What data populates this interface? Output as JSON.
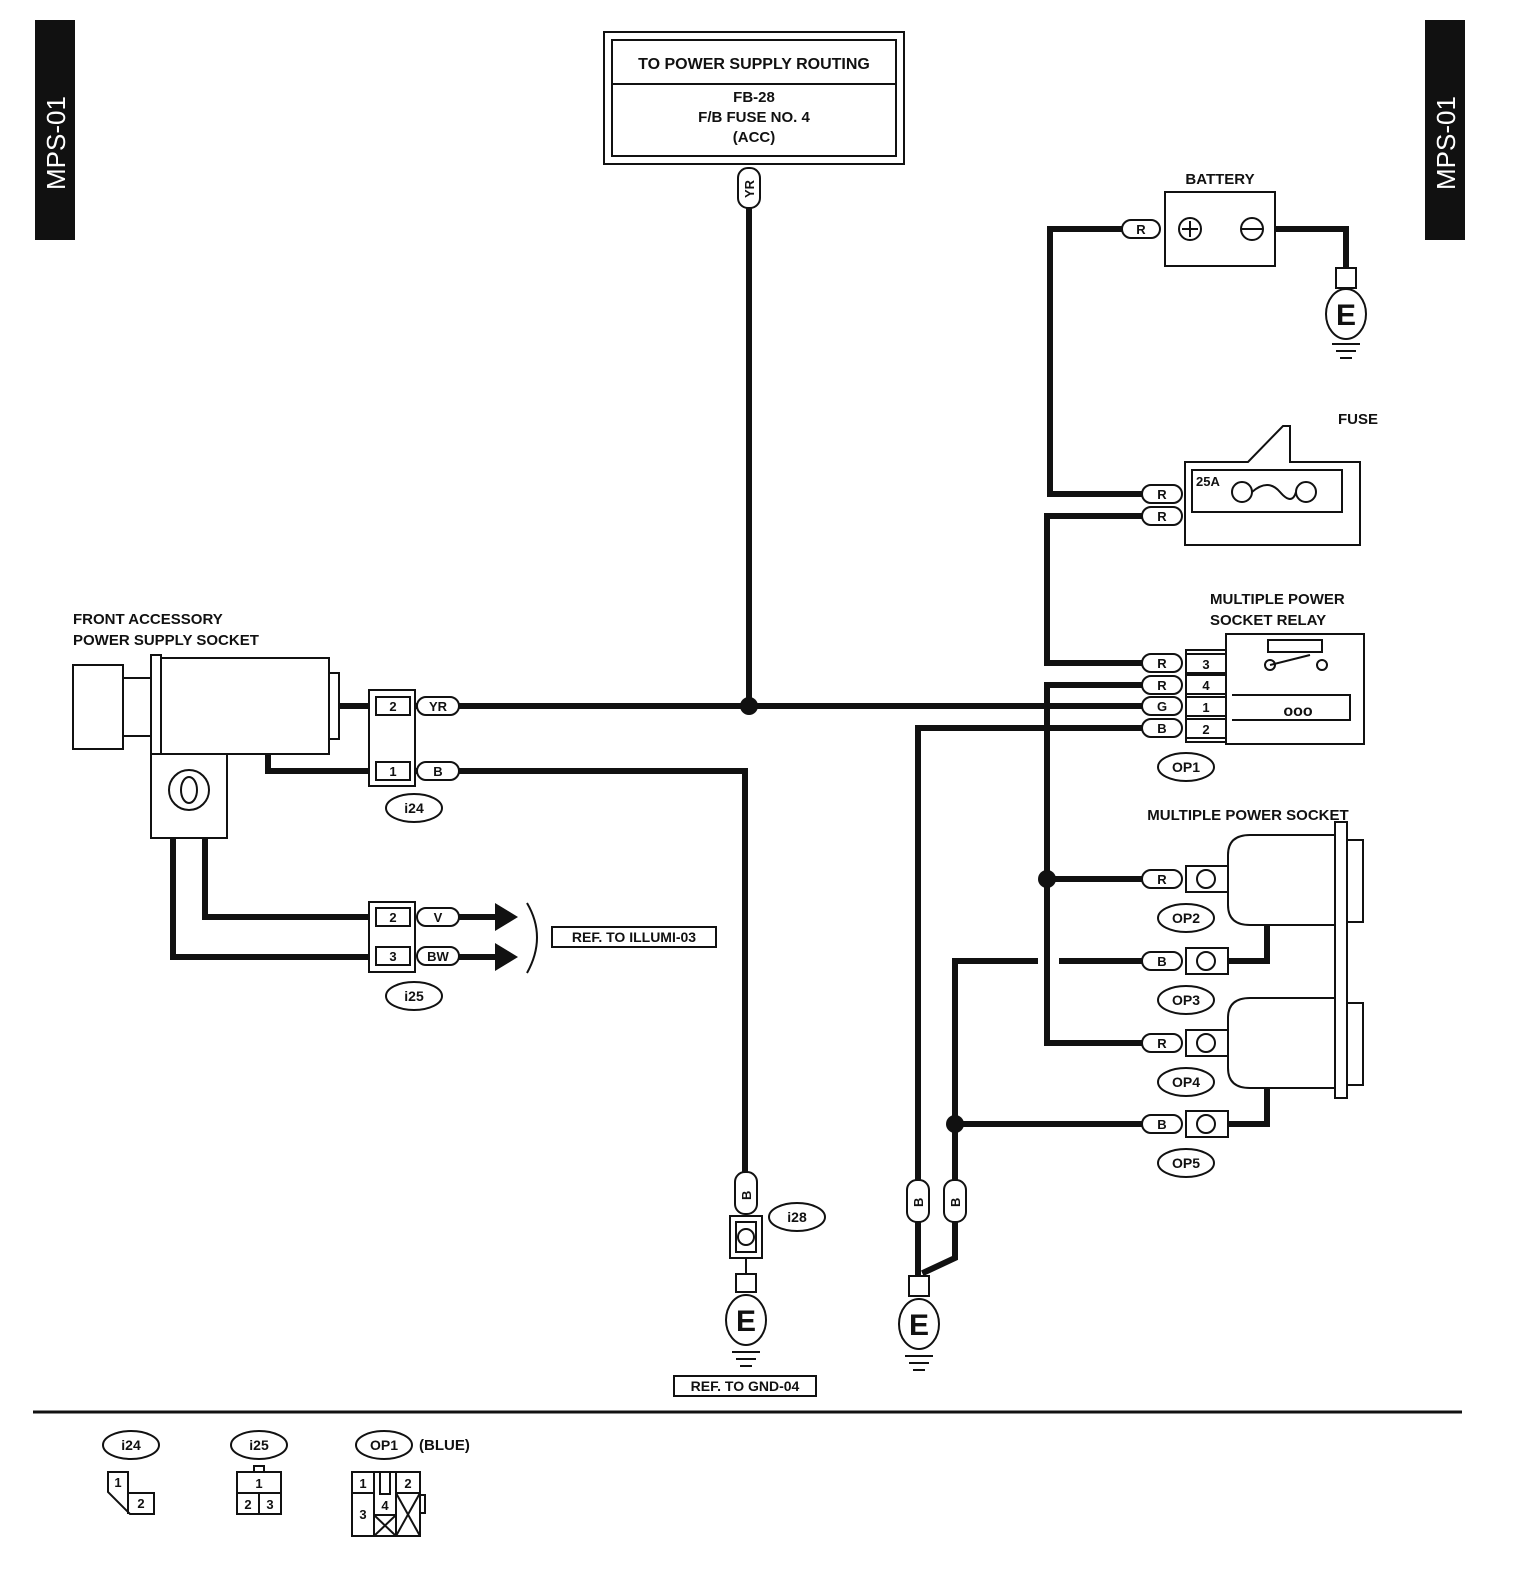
{
  "page_tag": "MPS-01",
  "power_supply_box": {
    "title": "TO POWER SUPPLY ROUTING",
    "line1": "FB-28",
    "line2": "F/B FUSE NO. 4",
    "line3": "(ACC)"
  },
  "components": {
    "battery": "BATTERY",
    "fuse": "FUSE",
    "fuse_rating": "25A",
    "relay_line1": "MULTIPLE POWER",
    "relay_line2": "SOCKET RELAY",
    "multi_socket": "MULTIPLE POWER SOCKET",
    "front_socket_line1": "FRONT ACCESSORY",
    "front_socket_line2": "POWER SUPPLY SOCKET",
    "ground": "E"
  },
  "wire_colors": {
    "yr": "YR",
    "r": "R",
    "g": "G",
    "b": "B",
    "v": "V",
    "bw": "BW"
  },
  "connectors": {
    "i24": "i24",
    "i25": "i25",
    "i28": "i28",
    "op1": "OP1",
    "op2": "OP2",
    "op3": "OP3",
    "op4": "OP4",
    "op5": "OP5"
  },
  "pins": {
    "i24_top": "2",
    "i24_bottom": "1",
    "i25_top": "2",
    "i25_bottom": "3",
    "relay": [
      "3",
      "4",
      "1",
      "2"
    ]
  },
  "references": {
    "illumi": "REF. TO ILLUMI-03",
    "gnd": "REF. TO GND-04"
  },
  "legend": {
    "i24": "i24",
    "i25": "i25",
    "op1": "OP1",
    "op1_note": "(BLUE)",
    "i24_pins": [
      "1",
      "2"
    ],
    "i25_pins": [
      "1",
      "2",
      "3"
    ],
    "op1_pins": [
      "1",
      "2",
      "3",
      "4"
    ]
  }
}
